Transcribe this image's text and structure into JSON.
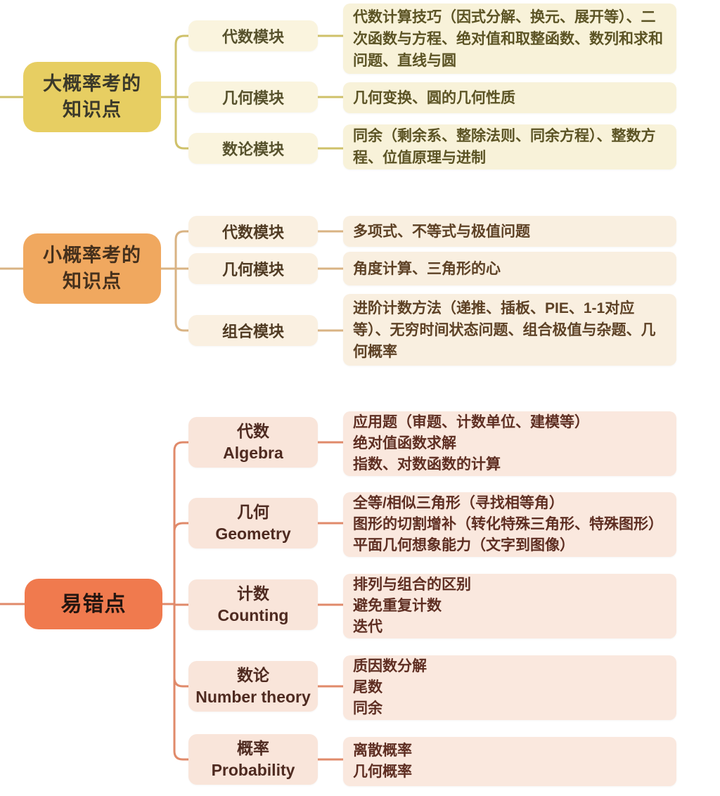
{
  "diagram": {
    "type": "mindmap",
    "branches": [
      {
        "label": [
          "大概率考的",
          "知识点"
        ],
        "color": "#e7ce62",
        "line_color": "#cfc169",
        "children": [
          {
            "label": "代数模块",
            "topics": "代数计算技巧（因式分解、换元、展开等）、二次函数与方程、绝对值和取整函数、数列和求和问题、直线与圆"
          },
          {
            "label": "几何模块",
            "topics": "几何变换、圆的几何性质"
          },
          {
            "label": "数论模块",
            "topics": "同余（剩余系、整除法则、同余方程）、整数方程、位值原理与进制"
          }
        ]
      },
      {
        "label": [
          "小概率考的",
          "知识点"
        ],
        "color": "#f0a85f",
        "line_color": "#d9b383",
        "children": [
          {
            "label": "代数模块",
            "topics": "多项式、不等式与极值问题"
          },
          {
            "label": "几何模块",
            "topics": "角度计算、三角形的心"
          },
          {
            "label": "组合模块",
            "topics": "进阶计数方法（递推、插板、PIE、1-1对应等）、无穷时间状态问题、组合极值与杂题、几何概率"
          }
        ]
      },
      {
        "label": "易错点",
        "color": "#f07a4e",
        "line_color": "#e08a6a",
        "children": [
          {
            "label": [
              "代数",
              "Algebra"
            ],
            "topics": [
              "应用题（审题、计数单位、建模等）",
              "绝对值函数求解",
              "指数、对数函数的计算"
            ]
          },
          {
            "label": [
              "几何",
              "Geometry"
            ],
            "topics": [
              "全等/相似三角形（寻找相等角）",
              "图形的切割增补（转化特殊三角形、特殊图形）",
              "平面几何想象能力（文字到图像）"
            ]
          },
          {
            "label": [
              "计数",
              "Counting"
            ],
            "topics": [
              "排列与组合的区别",
              "避免重复计数",
              "迭代"
            ]
          },
          {
            "label": [
              "数论",
              "Number theory"
            ],
            "topics": [
              "质因数分解",
              "尾数",
              "同余"
            ]
          },
          {
            "label": [
              "概率",
              "Probability"
            ],
            "topics": [
              "离散概率",
              "几何概率"
            ]
          }
        ]
      }
    ]
  }
}
